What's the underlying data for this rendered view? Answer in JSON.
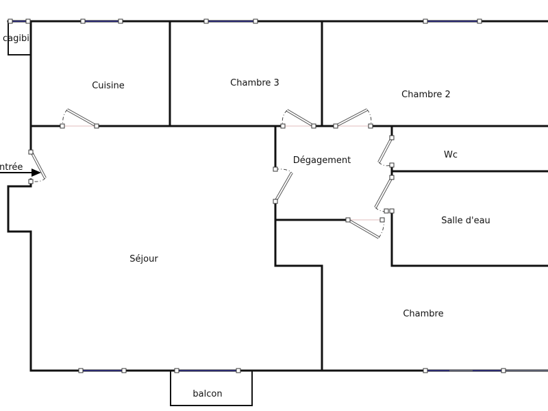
{
  "rooms": {
    "cagibi": "cagibi",
    "cuisine": "Cuisine",
    "chambre3": "Chambre 3",
    "chambre2": "Chambre 2",
    "degagement": "Dégagement",
    "wc": "Wc",
    "salle_eau": "Salle d'eau",
    "sejour": "Séjour",
    "chambre": "Chambre",
    "balcon": "balcon"
  },
  "entrance": {
    "label": "ntrée"
  },
  "colors": {
    "wall": "#111111",
    "window": "#3a3aa8"
  }
}
